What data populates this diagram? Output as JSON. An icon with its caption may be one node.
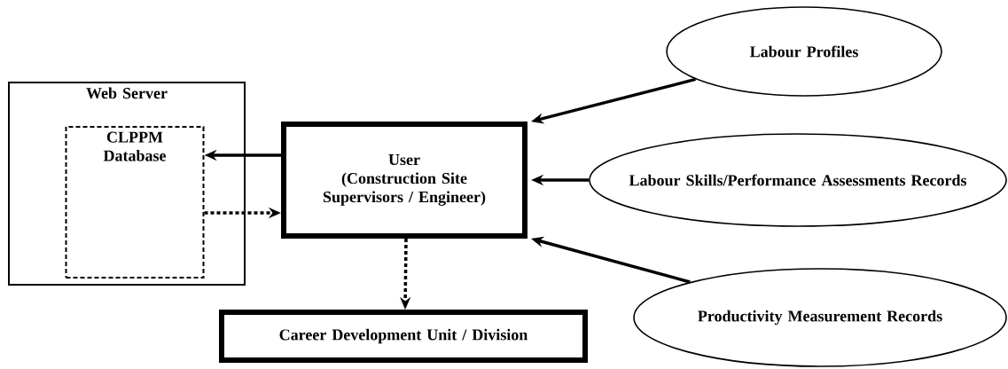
{
  "diagram": {
    "nodes": [
      {
        "text": [
          "Web Server"
        ]
      },
      {
        "text": [
          "CLPPM Database"
        ],
        "in": 0
      },
      {
        "text": [
          "User",
          "(Construction Site Supervisors / Engineer)"
        ]
      },
      {
        "text": [
          "Career Development Unit / Division"
        ]
      },
      {
        "text": [
          "Labour Profiles"
        ]
      },
      {
        "text": [
          "Labour Skills/Performance Assessments Records"
        ]
      },
      {
        "text": [
          "Productivity Measurement Records"
        ]
      }
    ],
    "edges": [
      {
        "from": 2,
        "to": 1,
        "arrow": "to"
      },
      {
        "from": 1,
        "to": 2,
        "arrow": "to",
        "style": "dashed"
      },
      {
        "from": 2,
        "to": 3,
        "arrow": "to",
        "style": "dashed"
      },
      {
        "from": 4,
        "to": 2,
        "arrow": "to"
      },
      {
        "from": 5,
        "to": 2,
        "arrow": "to"
      },
      {
        "from": 6,
        "to": 2,
        "arrow": "to"
      }
    ]
  }
}
